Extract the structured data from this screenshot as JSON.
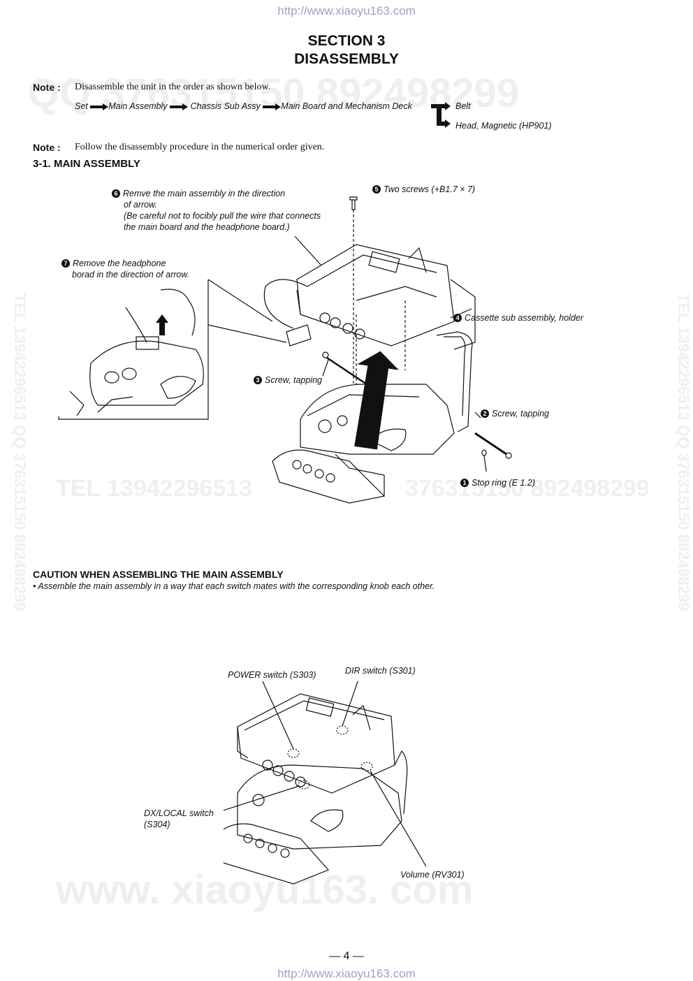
{
  "header_url": "http://www.xiaoyu163.com",
  "footer_url": "http://www.xiaoyu163.com",
  "section": {
    "line1": "SECTION 3",
    "line2": "DISASSEMBLY"
  },
  "note1": {
    "label": "Note :",
    "text": "Disassemble the unit in the order as shown below."
  },
  "flow": {
    "set": "Set",
    "main_assembly": "Main Assembly",
    "chassis": "Chassis Sub Assy",
    "main_board": "Main Board and Mechanism Deck",
    "belt": "Belt",
    "head": "Head, Magnetic (HP901)"
  },
  "note2": {
    "label": "Note :",
    "text": "Follow the disassembly procedure in the numerical order given."
  },
  "subsection_title": "3-1. MAIN ASSEMBLY",
  "callouts": {
    "c1": {
      "num": "1",
      "text": "Stop ring (E 1.2)"
    },
    "c2": {
      "num": "2",
      "text": "Screw, tapping"
    },
    "c3": {
      "num": "3",
      "text": "Screw, tapping"
    },
    "c4": {
      "num": "4",
      "text": "Cassette sub assembly, holder"
    },
    "c5": {
      "num": "5",
      "text": "Two screws (+B1.7 × 7)"
    },
    "c6": {
      "num": "6",
      "line1": "Remve the main assembly in the direction",
      "line2": "of arrow.",
      "line3": "(Be careful not to focibly pull the wire that connects",
      "line4": "the main board and the headphone board.)"
    },
    "c7": {
      "num": "7",
      "line1": "Remove the headphone",
      "line2": "borad in the direction of arrow."
    }
  },
  "caution": {
    "title": "CAUTION WHEN ASSEMBLING THE MAIN ASSEMBLY",
    "text": "• Assemble the main assembly in a way that each switch mates with the corresponding knob each other."
  },
  "switch_labels": {
    "power": "POWER switch (S303)",
    "dir": "DIR switch (S301)",
    "dx_line1": "DX/LOCAL switch",
    "dx_line2": "(S304)",
    "volume": "Volume (RV301)"
  },
  "page_number": "— 4 —",
  "watermarks": {
    "top": "QQ 376315150  892498299",
    "mid": "TEL 13942296513",
    "mid2": "376315150  892498299",
    "bottom": "www. xiaoyu163. com",
    "side": "TEL 13942296513  QQ 376315150  892498299"
  }
}
